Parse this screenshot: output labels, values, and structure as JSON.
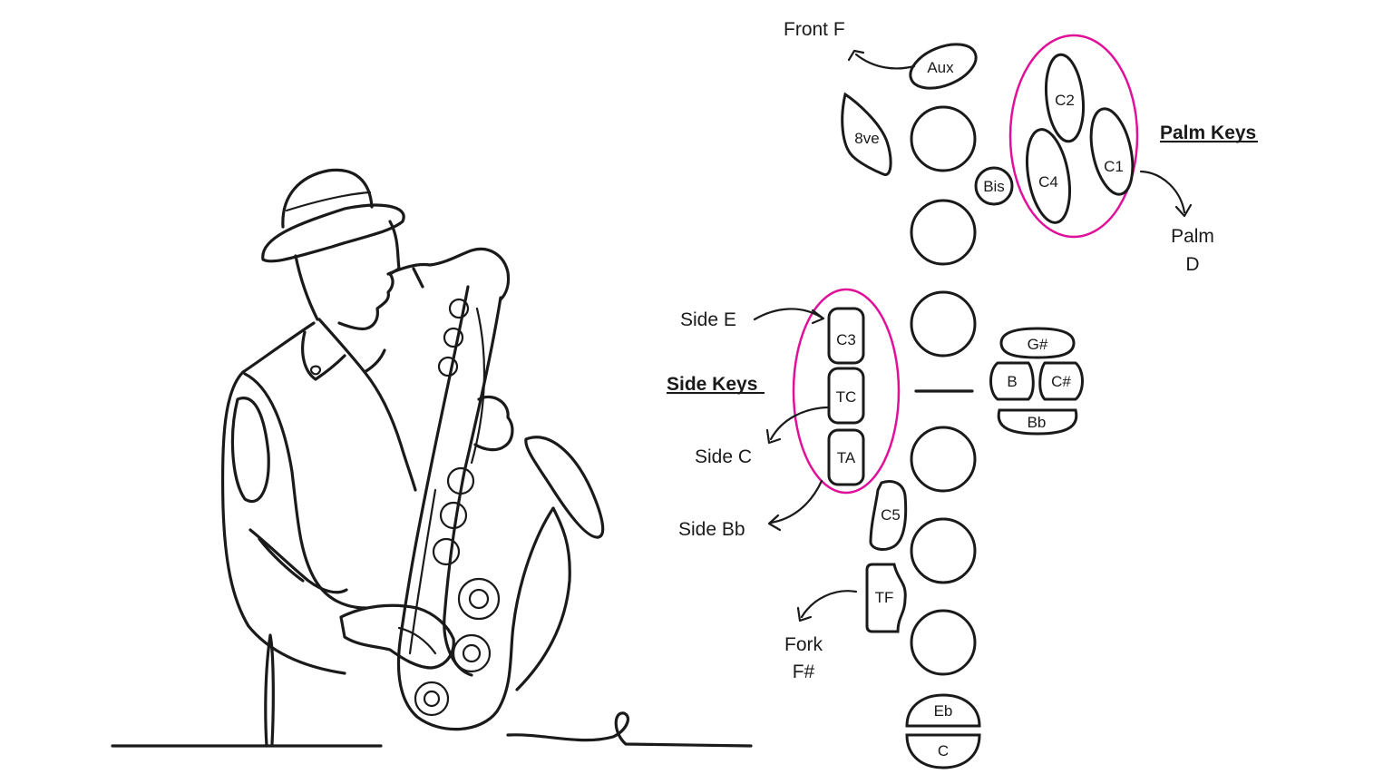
{
  "labels": {
    "front_f": "Front F",
    "palm_keys": "Palm Keys",
    "palm_d_line1": "Palm",
    "palm_d_line2": "D",
    "side_e": "Side E",
    "side_keys": "Side Keys",
    "side_c": "Side C",
    "side_bb": "Side Bb",
    "fork_line1": "Fork",
    "fork_line2": "F#"
  },
  "keys": {
    "aux": "Aux",
    "octave": "8ve",
    "bis": "Bis",
    "c1": "C1",
    "c2": "C2",
    "c4": "C4",
    "c3": "C3",
    "tc": "TC",
    "ta": "TA",
    "c5": "C5",
    "tf": "TF",
    "g_sharp": "G#",
    "b": "B",
    "c_sharp": "C#",
    "bb": "Bb",
    "eb": "Eb",
    "c": "C"
  },
  "colors": {
    "ink": "#1a1a1a",
    "highlight": "#e0109a",
    "background": "#ffffff"
  }
}
